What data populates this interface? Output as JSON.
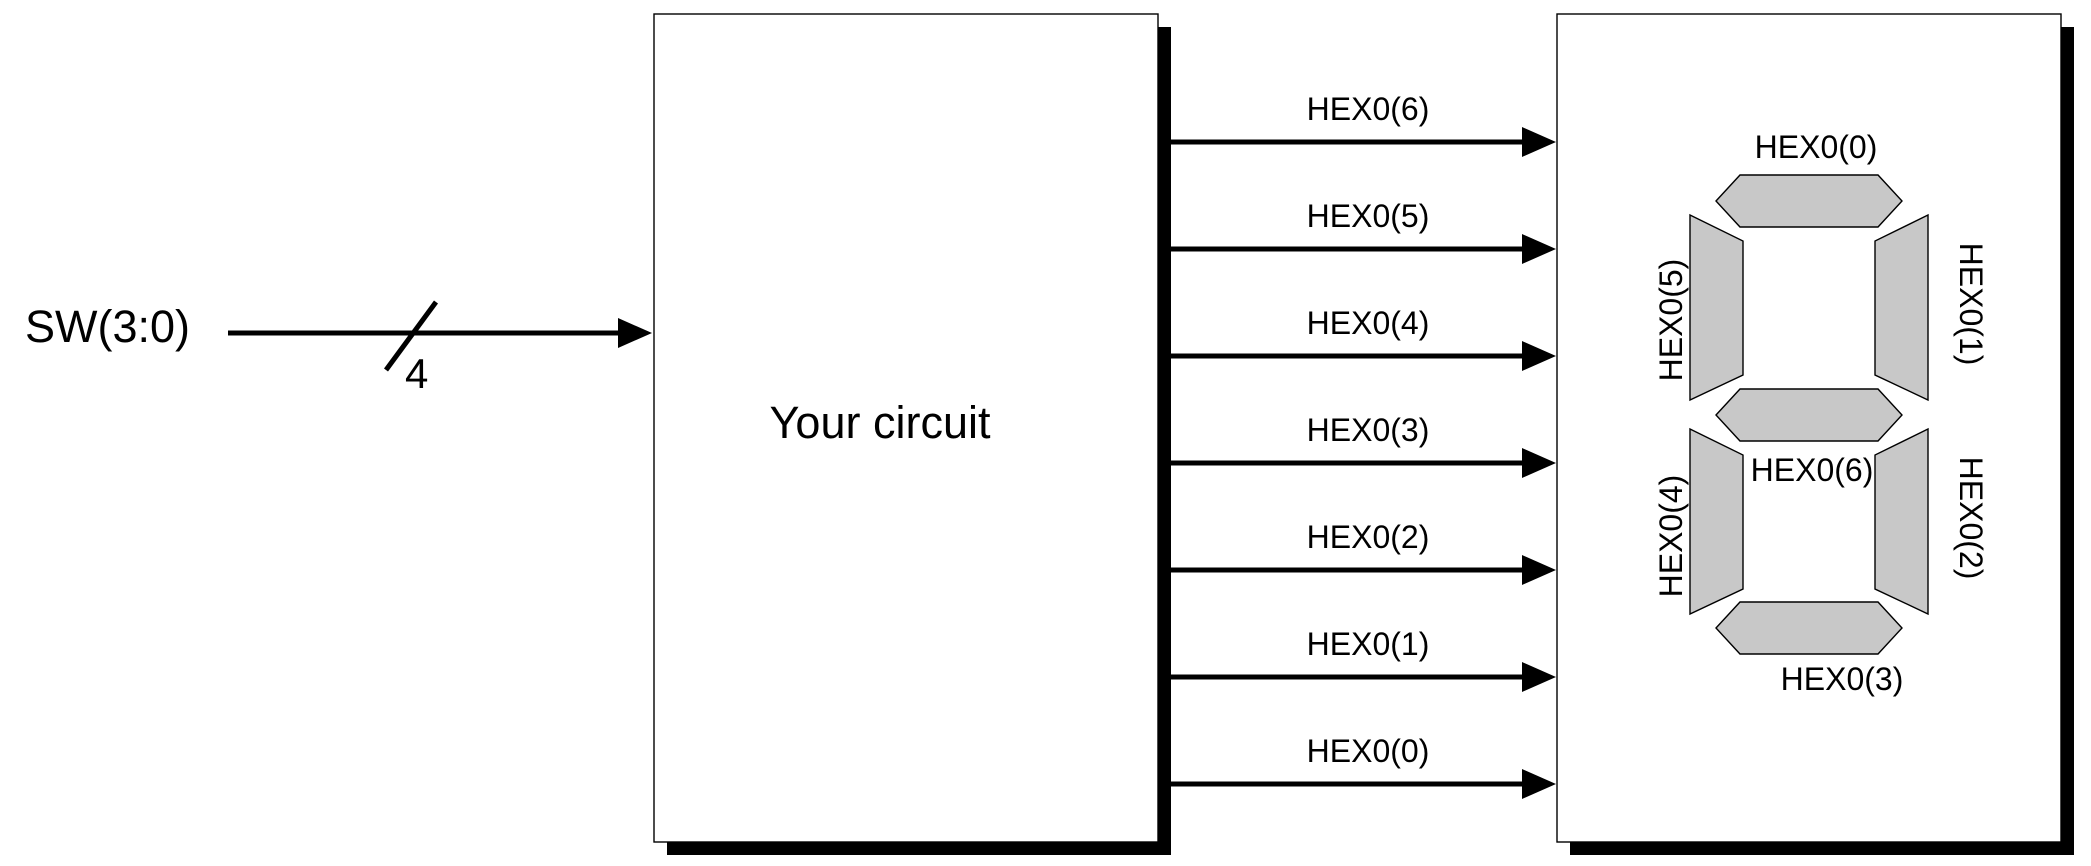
{
  "input": {
    "label": "SW(3:0)",
    "bus_width": "4"
  },
  "circuit": {
    "label": "Your circuit"
  },
  "outputs": [
    "HEX0(6)",
    "HEX0(5)",
    "HEX0(4)",
    "HEX0(3)",
    "HEX0(2)",
    "HEX0(1)",
    "HEX0(0)"
  ],
  "display": {
    "segments": [
      {
        "id": "a",
        "label": "HEX0(0)"
      },
      {
        "id": "b",
        "label": "HEX0(1)"
      },
      {
        "id": "c",
        "label": "HEX0(2)"
      },
      {
        "id": "d",
        "label": "HEX0(3)"
      },
      {
        "id": "e",
        "label": "HEX0(4)"
      },
      {
        "id": "f",
        "label": "HEX0(5)"
      },
      {
        "id": "g",
        "label": "HEX0(6)"
      }
    ]
  },
  "colors": {
    "segment_fill": "#c8c8c8",
    "line": "#000000",
    "background": "#ffffff"
  }
}
